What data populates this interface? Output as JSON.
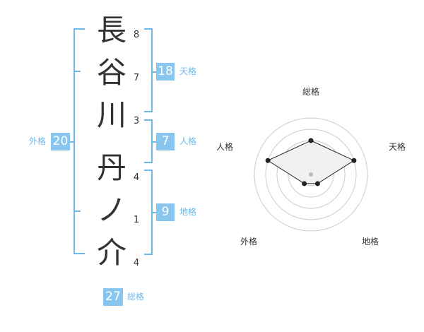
{
  "name": {
    "chars": [
      {
        "char": "長",
        "strokes": "8"
      },
      {
        "char": "谷",
        "strokes": "7"
      },
      {
        "char": "川",
        "strokes": "3"
      },
      {
        "char": "丹",
        "strokes": "4"
      },
      {
        "char": "ノ",
        "strokes": "1"
      },
      {
        "char": "介",
        "strokes": "4"
      }
    ]
  },
  "kaku": {
    "tenkaku": {
      "value": "18",
      "label": "天格"
    },
    "jinkaku": {
      "value": "7",
      "label": "人格"
    },
    "chikaku": {
      "value": "9",
      "label": "地格"
    },
    "gaikaku": {
      "value": "20",
      "label": "外格"
    },
    "soukaku": {
      "value": "27",
      "label": "総格"
    }
  },
  "radar": {
    "axes": [
      "総格",
      "天格",
      "地格",
      "外格",
      "人格"
    ],
    "levels": 5,
    "values": [
      3,
      4,
      1,
      1,
      4
    ],
    "colors": {
      "fill": "#f0f0f0",
      "stroke": "#222222",
      "grid": "#cccccc",
      "center": "#bbbbbb"
    }
  }
}
